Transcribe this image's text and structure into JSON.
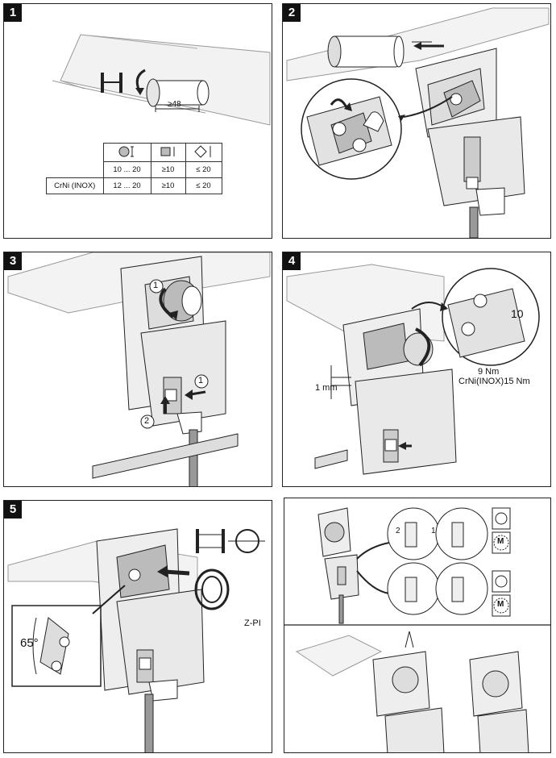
{
  "steps": {
    "s1": "1",
    "s2": "2",
    "s3": "3",
    "s4": "4",
    "s5": "5"
  },
  "panel1": {
    "length_label": "≥48",
    "table": {
      "header": [
        "round-shaft-icon",
        "square-shaft-icon",
        "diamond-shaft-icon"
      ],
      "rows": [
        {
          "material": "",
          "round": "10 ... 20",
          "square": "≥10",
          "diamond": "≤ 20"
        },
        {
          "material": "CrNi (INOX)",
          "round": "12 ... 20",
          "square": "≥10",
          "diamond": "≤ 20"
        }
      ]
    }
  },
  "panel3": {
    "callout_1a": "1",
    "callout_1b": "1",
    "callout_2": "2"
  },
  "panel4": {
    "gap_label": "1 mm",
    "wrench_size": "10",
    "torque": "9 Nm",
    "torque_inox": "CrNi(INOX)15 Nm"
  },
  "panel5": {
    "angle_label": "65°",
    "part_label": "Z-PI"
  },
  "panel6": {
    "callout_2": "2",
    "callout_1": "1",
    "motor_label_top": "M",
    "motor_label_bottom": "M"
  }
}
